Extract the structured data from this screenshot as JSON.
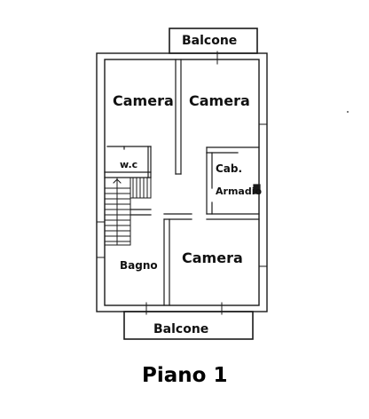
{
  "plan": {
    "labels": {
      "balcone_top": "Balcone",
      "camera_top_left": "Camera",
      "camera_top_right": "Camera",
      "wc": "w.c",
      "cab": "Cab.",
      "armadio": "Armadio",
      "bagno": "Bagno",
      "camera_bottom": "Camera",
      "balcone_bottom": "Balcone"
    },
    "title": "Piano 1"
  },
  "colors": {
    "line": "#1a1a1a",
    "background": "#ffffff"
  }
}
